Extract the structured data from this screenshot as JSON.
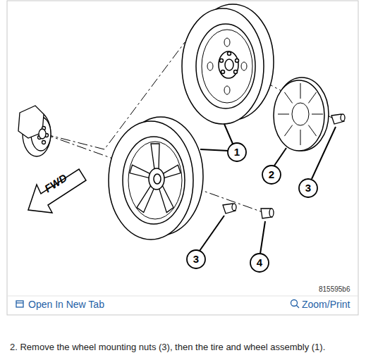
{
  "diagram": {
    "caption": "2. Remove the wheel mounting nuts (3), then the tire and wheel assembly (1).",
    "labels": [
      "1",
      "2",
      "3",
      "3",
      "4",
      "FWD",
      "815595b6",
      "Open In New Tab",
      "Zoom/Print"
    ]
  }
}
